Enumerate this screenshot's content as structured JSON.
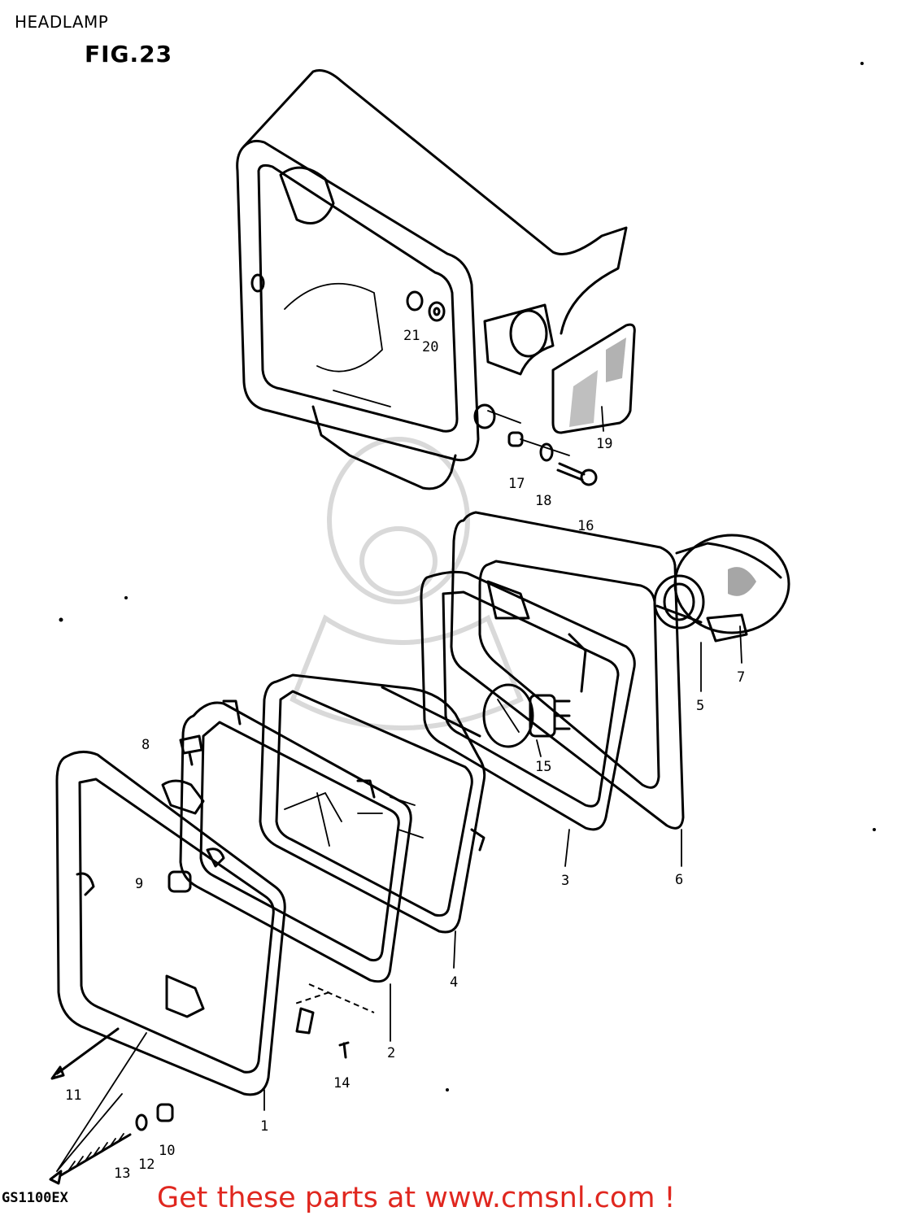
{
  "page": {
    "title": "HEADLAMP",
    "figure_label": "FIG.23",
    "model_code": "GS1100EX",
    "footer_link": "Get these parts at www.cmsnl.com !",
    "colors": {
      "footer_link": "#e0271f",
      "line_art": "#000000",
      "watermark": "#d9d9d9"
    }
  },
  "callouts": [
    {
      "id": "1",
      "label": "1"
    },
    {
      "id": "2",
      "label": "2"
    },
    {
      "id": "3",
      "label": "3"
    },
    {
      "id": "4",
      "label": "4"
    },
    {
      "id": "5",
      "label": "5"
    },
    {
      "id": "6",
      "label": "6"
    },
    {
      "id": "7",
      "label": "7"
    },
    {
      "id": "8",
      "label": "8"
    },
    {
      "id": "9",
      "label": "9"
    },
    {
      "id": "10",
      "label": "10"
    },
    {
      "id": "11",
      "label": "11"
    },
    {
      "id": "12",
      "label": "12"
    },
    {
      "id": "13",
      "label": "13"
    },
    {
      "id": "14",
      "label": "14"
    },
    {
      "id": "15",
      "label": "15"
    },
    {
      "id": "16",
      "label": "16"
    },
    {
      "id": "17",
      "label": "17"
    },
    {
      "id": "18",
      "label": "18"
    },
    {
      "id": "19",
      "label": "19"
    },
    {
      "id": "20",
      "label": "20"
    },
    {
      "id": "21",
      "label": "21"
    }
  ]
}
